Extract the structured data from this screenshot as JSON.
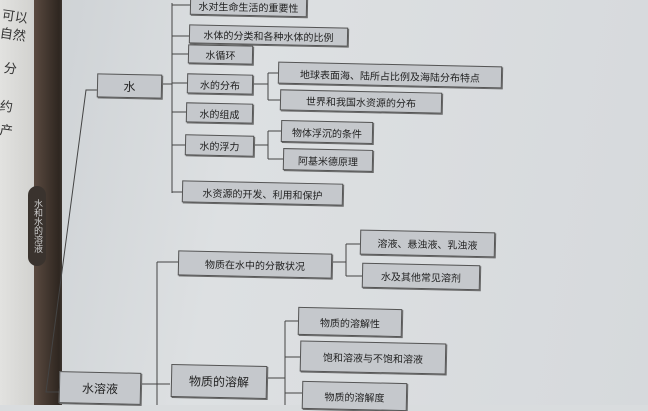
{
  "left_page_fragments": [
    "可以",
    "自然",
    "分",
    "约",
    "产"
  ],
  "spine_label": "水和水的溶液",
  "water": {
    "label": "水",
    "children": [
      {
        "label": "水对生命生活的重要性"
      },
      {
        "label": "水体的分类和各种水体的比例"
      },
      {
        "label": "水循环"
      },
      {
        "label": "水的分布",
        "children": [
          "地球表面海、陆所占比例及海陆分布特点",
          "世界和我国水资源的分布"
        ]
      },
      {
        "label": "水的组成"
      },
      {
        "label": "水的浮力",
        "children": [
          "物体浮沉的条件",
          "阿基米德原理"
        ]
      },
      {
        "label": "水资源的开发、利用和保护"
      }
    ]
  },
  "solution": {
    "label": "水溶液",
    "children": [
      {
        "label": "物质在水中的分散状况",
        "children": [
          "溶液、悬浊液、乳浊液",
          "水及其他常见溶剂"
        ]
      },
      {
        "label": "物质的溶解",
        "children": [
          "物质的溶解性",
          "饱和溶液与不饱和溶液",
          "物质的溶解度"
        ]
      }
    ]
  }
}
